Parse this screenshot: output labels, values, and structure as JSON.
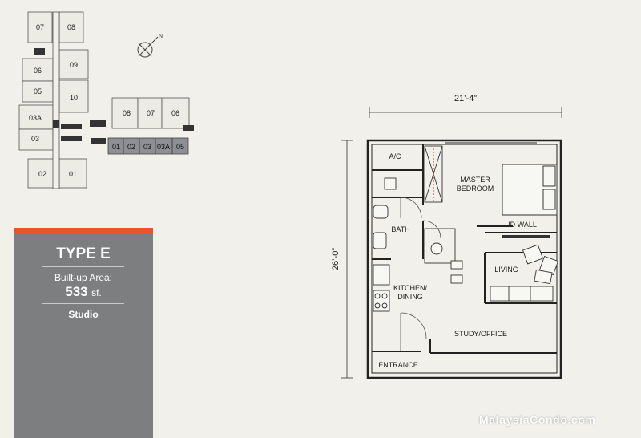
{
  "keyplan": {
    "units_left": [
      "07",
      "08",
      "06",
      "09",
      "05",
      "10",
      "03A",
      "03",
      "02",
      "01"
    ],
    "units_right_top": [
      "08",
      "07",
      "06"
    ],
    "units_right_row": [
      "01",
      "02",
      "03",
      "03A",
      "05"
    ]
  },
  "unit_info": {
    "type": "TYPE E",
    "area_label": "Built-up Area:",
    "area_value": "533",
    "area_unit": "sf.",
    "category": "Studio"
  },
  "plan": {
    "width_dim": "21’-4”",
    "depth_dim": "26’-0”",
    "rooms": {
      "ac": "A/C",
      "master_1": "MASTER",
      "master_2": "BEDROOM",
      "id_wall": "ID WALL",
      "bath": "BATH",
      "living": "LIVING",
      "kitchen_1": "KITCHEN/",
      "kitchen_2": "DINING",
      "study": "STUDY/OFFICE",
      "entrance": "ENTRANCE"
    }
  },
  "watermark": "MalaysiaCondo.com"
}
